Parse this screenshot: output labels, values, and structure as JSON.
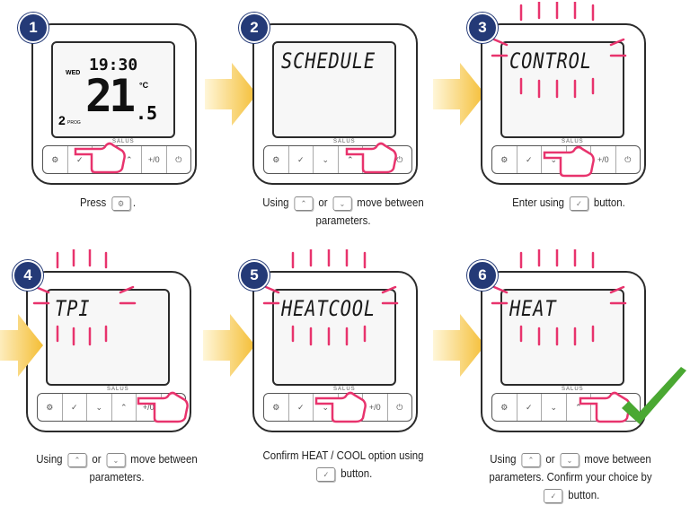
{
  "steps": [
    {
      "number": "1",
      "lcd": "",
      "caption_a": "Press",
      "caption_b": ".",
      "caption_c": ""
    },
    {
      "number": "2",
      "lcd": "SCHEDULE",
      "caption_a": "Using",
      "caption_or": "or",
      "caption_b": "move between",
      "caption_c": "parameters."
    },
    {
      "number": "3",
      "lcd": "CONTROL",
      "caption_a": "Enter using",
      "caption_b": "button."
    },
    {
      "number": "4",
      "lcd": "TPI",
      "caption_a": "Using",
      "caption_or": "or",
      "caption_b": "move between",
      "caption_c": "parameters."
    },
    {
      "number": "5",
      "lcd": "HEATCOOL",
      "caption_a": "Confirm HEAT / COOL option using",
      "caption_b": "button."
    },
    {
      "number": "6",
      "lcd": "HEAT",
      "caption_a": "Using",
      "caption_or": "or",
      "caption_b": "move between",
      "caption_c": "parameters. Confirm your choice by",
      "caption_d": "button."
    }
  ],
  "home_screen": {
    "time": "19:30",
    "day": "WED",
    "temp_main": "21",
    "temp_dec": ".5",
    "unit": "°C",
    "prog": "2",
    "prog_label": "PROG"
  },
  "brand": "SALUS",
  "buttons": {
    "hold": "+/0"
  },
  "icons": {
    "power": "power-icon",
    "settings": "gear-icon",
    "check": "check-icon",
    "down": "chevron-down-icon",
    "up": "chevron-up-icon"
  },
  "colors": {
    "badge": "#243a77",
    "arrow": "#f7c84a",
    "highlight": "#e8336d",
    "check": "#4aa832"
  }
}
